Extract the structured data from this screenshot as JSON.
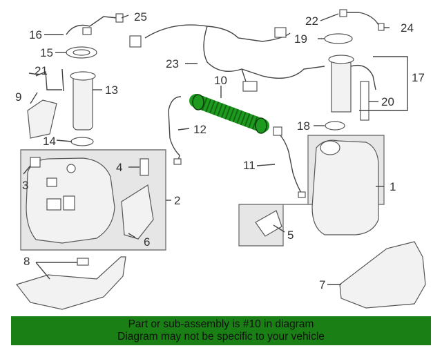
{
  "callouts": {
    "n1": "1",
    "n2": "2",
    "n3": "3",
    "n4": "4",
    "n5": "5",
    "n6": "6",
    "n7": "7",
    "n8": "8",
    "n9": "9",
    "n10": "10",
    "n11": "11",
    "n12": "12",
    "n13": "13",
    "n14": "14",
    "n15": "15",
    "n16": "16",
    "n17": "17",
    "n18": "18",
    "n19": "19",
    "n20": "20",
    "n21": "21",
    "n22": "22",
    "n23": "23",
    "n24": "24",
    "n25": "25"
  },
  "banner": {
    "line1": "Part or sub-assembly is #10 in diagram",
    "line2": "Diagram may not be specific to your vehicle"
  },
  "colors": {
    "banner_bg": "#1a7f14",
    "highlight_part": "#1e9a1e"
  }
}
